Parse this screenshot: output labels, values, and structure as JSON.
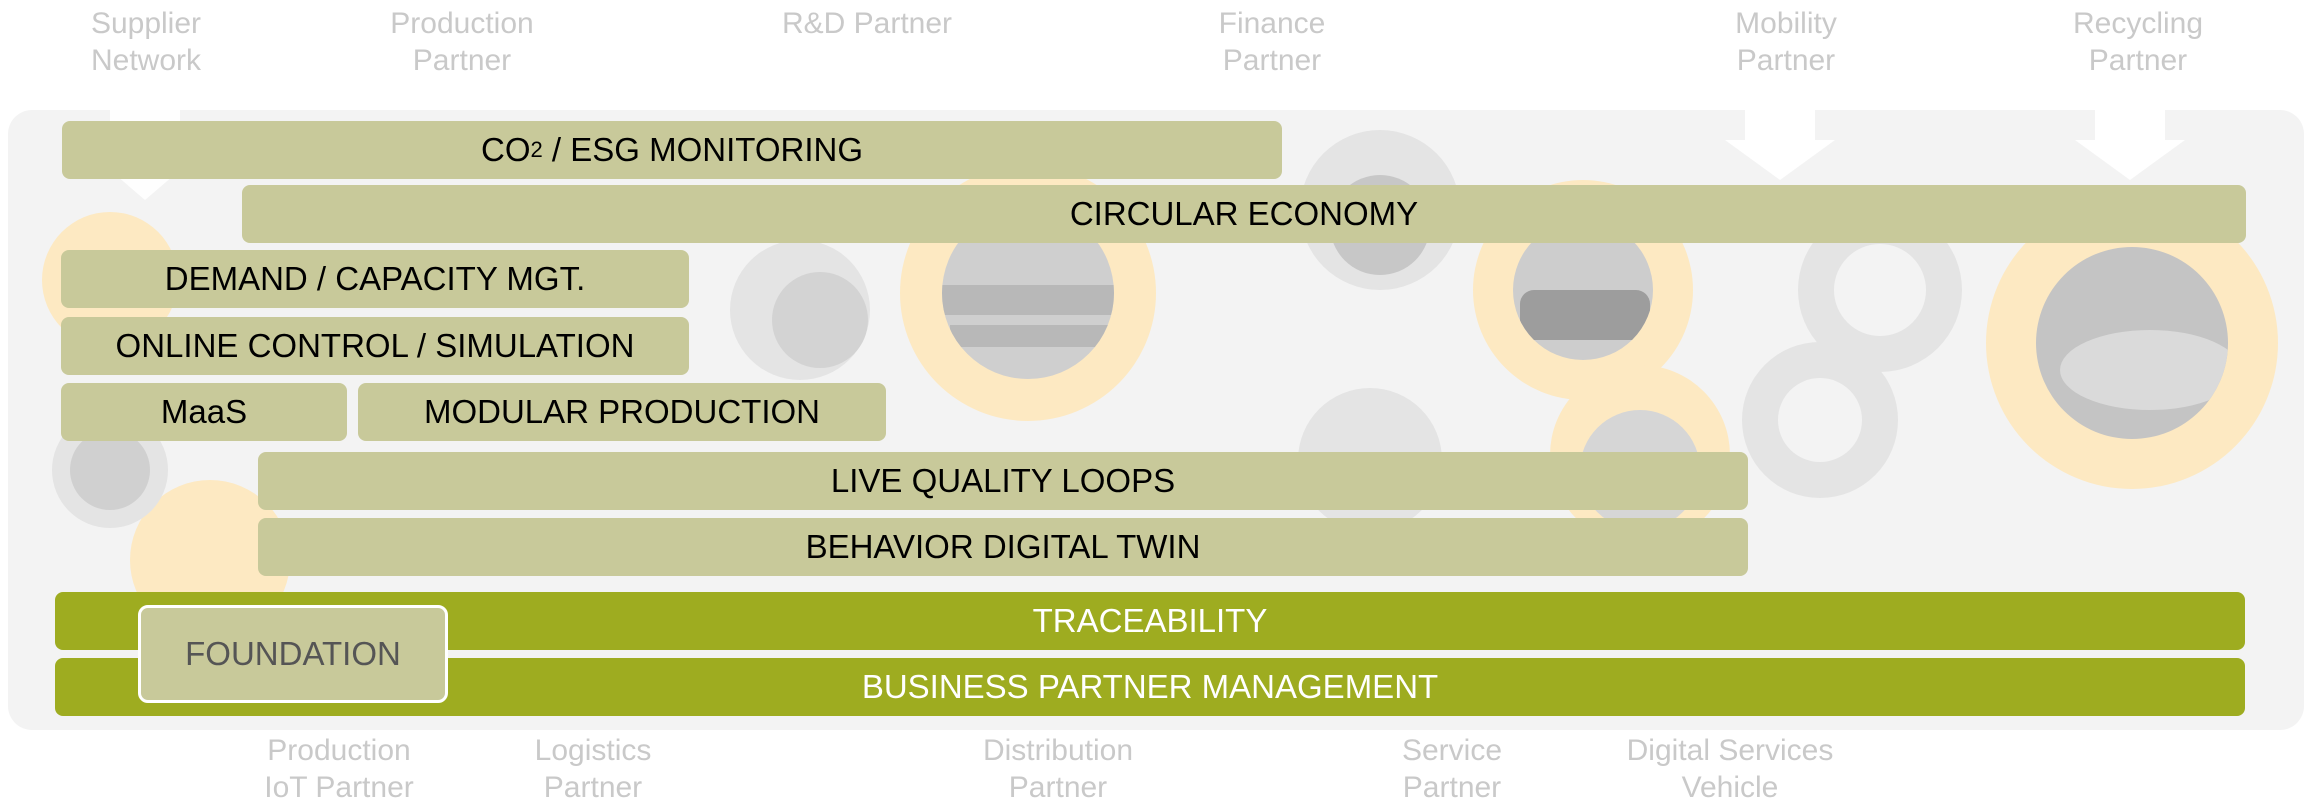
{
  "partners_top": [
    {
      "id": "supplier",
      "text": "Supplier\nNetwork"
    },
    {
      "id": "production",
      "text": "Production\nPartner"
    },
    {
      "id": "rnd",
      "text": "R&D Partner"
    },
    {
      "id": "finance",
      "text": "Finance\nPartner"
    },
    {
      "id": "mobility",
      "text": "Mobility\nPartner"
    },
    {
      "id": "recycling",
      "text": "Recycling\nPartner"
    }
  ],
  "partners_bottom": [
    {
      "id": "production-iot",
      "text": "Production\nIoT Partner"
    },
    {
      "id": "logistics",
      "text": "Logistics\nPartner"
    },
    {
      "id": "distribution",
      "text": "Distribution\nPartner"
    },
    {
      "id": "service",
      "text": "Service\nPartner"
    },
    {
      "id": "digital-services",
      "text": "Digital Services\nVehicle"
    }
  ],
  "use_cases": {
    "co2": {
      "prefix": "CO",
      "sub": "2",
      "suffix": " / ESG MONITORING"
    },
    "circular": "CIRCULAR ECONOMY",
    "demand": "DEMAND / CAPACITY MGT.",
    "online": "ONLINE CONTROL / SIMULATION",
    "maas": "MaaS",
    "modular": "MODULAR PRODUCTION",
    "quality": "LIVE QUALITY LOOPS",
    "twin": "BEHAVIOR DIGITAL TWIN"
  },
  "foundation": {
    "label": "FOUNDATION",
    "traceability": "TRACEABILITY",
    "bpm": "BUSINESS PARTNER MANAGEMENT"
  },
  "colors": {
    "use_case_bar": "#c8c99a",
    "foundation_bar": "#9eac20",
    "partner_text": "#c9c9c9",
    "gear": "#fde9c2",
    "panel": "#f3f3f3"
  }
}
